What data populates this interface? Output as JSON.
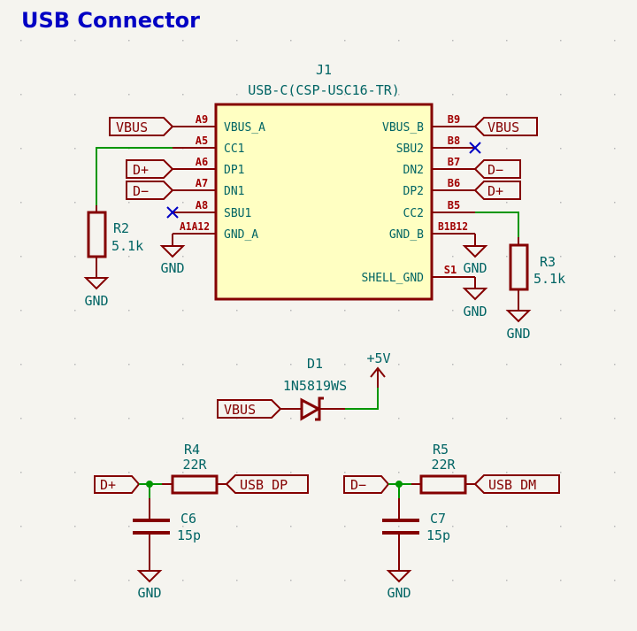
{
  "sheet": {
    "title": "USB Connector"
  },
  "connector": {
    "ref": "J1",
    "value": "USB-C(CSP-USC16-TR)",
    "left_pins": [
      {
        "name": "VBUS_A",
        "number": "A9",
        "net": "VBUS"
      },
      {
        "name": "CC1",
        "number": "A5",
        "net": ""
      },
      {
        "name": "DP1",
        "number": "A6",
        "net": "D+"
      },
      {
        "name": "DN1",
        "number": "A7",
        "net": "D-"
      },
      {
        "name": "SBU1",
        "number": "A8",
        "net": "NC"
      },
      {
        "name": "GND_A",
        "number": "A1A12",
        "net": "GND"
      }
    ],
    "right_pins": [
      {
        "name": "VBUS_B",
        "number": "B9",
        "net": "VBUS"
      },
      {
        "name": "SBU2",
        "number": "B8",
        "net": "NC"
      },
      {
        "name": "DN2",
        "number": "B7",
        "net": "D-"
      },
      {
        "name": "DP2",
        "number": "B6",
        "net": "D+"
      },
      {
        "name": "CC2",
        "number": "B5",
        "net": ""
      },
      {
        "name": "GND_B",
        "number": "B1B12",
        "net": "GND"
      },
      {
        "name": "SHELL_GND",
        "number": "S1",
        "net": "GND"
      }
    ]
  },
  "labels": {
    "vbus": "VBUS",
    "dplus": "D+",
    "dminus": "D−",
    "usb_dp": "USB_DP",
    "usb_dm": "USB_DM",
    "gnd": "GND",
    "plus5v": "+5V"
  },
  "r2": {
    "ref": "R2",
    "value": "5.1k"
  },
  "r3": {
    "ref": "R3",
    "value": "5.1k"
  },
  "d1": {
    "ref": "D1",
    "value": "1N5819WS"
  },
  "r4": {
    "ref": "R4",
    "value": "22R"
  },
  "r5": {
    "ref": "R5",
    "value": "22R"
  },
  "c6": {
    "ref": "C6",
    "value": "15p"
  },
  "c7": {
    "ref": "C7",
    "value": "15p"
  },
  "colors": {
    "background": "#f5f4ef",
    "title": "#0000c4",
    "wire": "#009600",
    "symbol": "#840000",
    "symbol_fill": "#ffffc2",
    "text": "#006464",
    "no_connect": "#0000c4"
  }
}
